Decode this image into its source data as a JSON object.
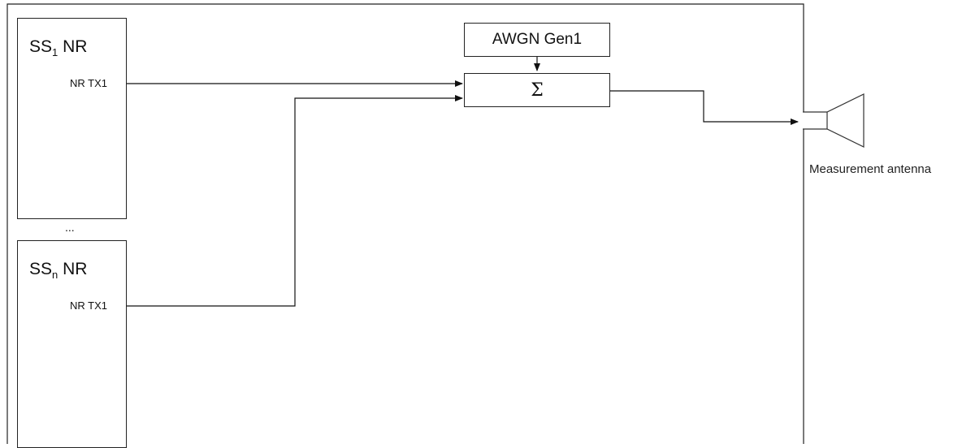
{
  "diagram": {
    "ss_units": [
      {
        "base": "SS",
        "index": "1",
        "suffix": "NR",
        "port": "NR TX1"
      },
      {
        "base": "SS",
        "index": "n",
        "suffix": "NR",
        "port": "NR TX1"
      }
    ],
    "ellipsis": "...",
    "awgn_label": "AWGN Gen1",
    "sum_label": "Σ",
    "antenna_label": "Measurement antenna"
  }
}
